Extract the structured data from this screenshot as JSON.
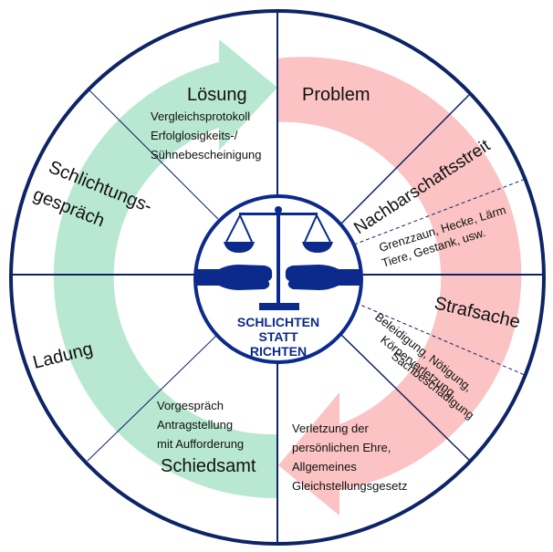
{
  "colors": {
    "navy": "#0d2466",
    "logo_blue": "#0b2a8c",
    "green_band": "#b9e8d2",
    "red_band": "#fbc3c3",
    "text": "#111111"
  },
  "segments": {
    "loesung": {
      "title": "Lösung",
      "lines": [
        "Vergleichsprotokoll",
        "Erfolglosigkeits-/",
        "Sühnebescheinigung"
      ]
    },
    "problem": {
      "title": "Problem"
    },
    "nachbarschaftsstreit": {
      "title": "Nachbarschaftsstreit",
      "lines": [
        "Grenzzaun,  Hecke, Lärm",
        "Tiere, Gestank, usw."
      ]
    },
    "strafsache": {
      "title": "Strafsache",
      "lines": [
        "Beleidigung, Nötigung,",
        "Körperverletzung,",
        "Sachbeschädigung"
      ]
    },
    "verletzung": {
      "lines": [
        "Verletzung  der",
        "persönlichen Ehre,",
        "Allgemeines",
        "Gleichstellungsgesetz"
      ]
    },
    "schiedsamt": {
      "title": "Schiedsamt",
      "lines": [
        "Vorgespräch",
        "Antragstellung",
        "mit Aufforderung"
      ]
    },
    "ladung": {
      "title": "Ladung"
    },
    "schlichtungsgespraech": {
      "lines": [
        "Schlichtungs-",
        "gespräch"
      ]
    }
  },
  "logo": {
    "icon": "scales-of-justice-with-handshake-icon",
    "lines": [
      "SCHLICHTEN",
      "STATT",
      "RICHTEN"
    ]
  },
  "arrows": {
    "green": "cycle-arrow-resolution",
    "red": "cycle-arrow-conflict"
  }
}
